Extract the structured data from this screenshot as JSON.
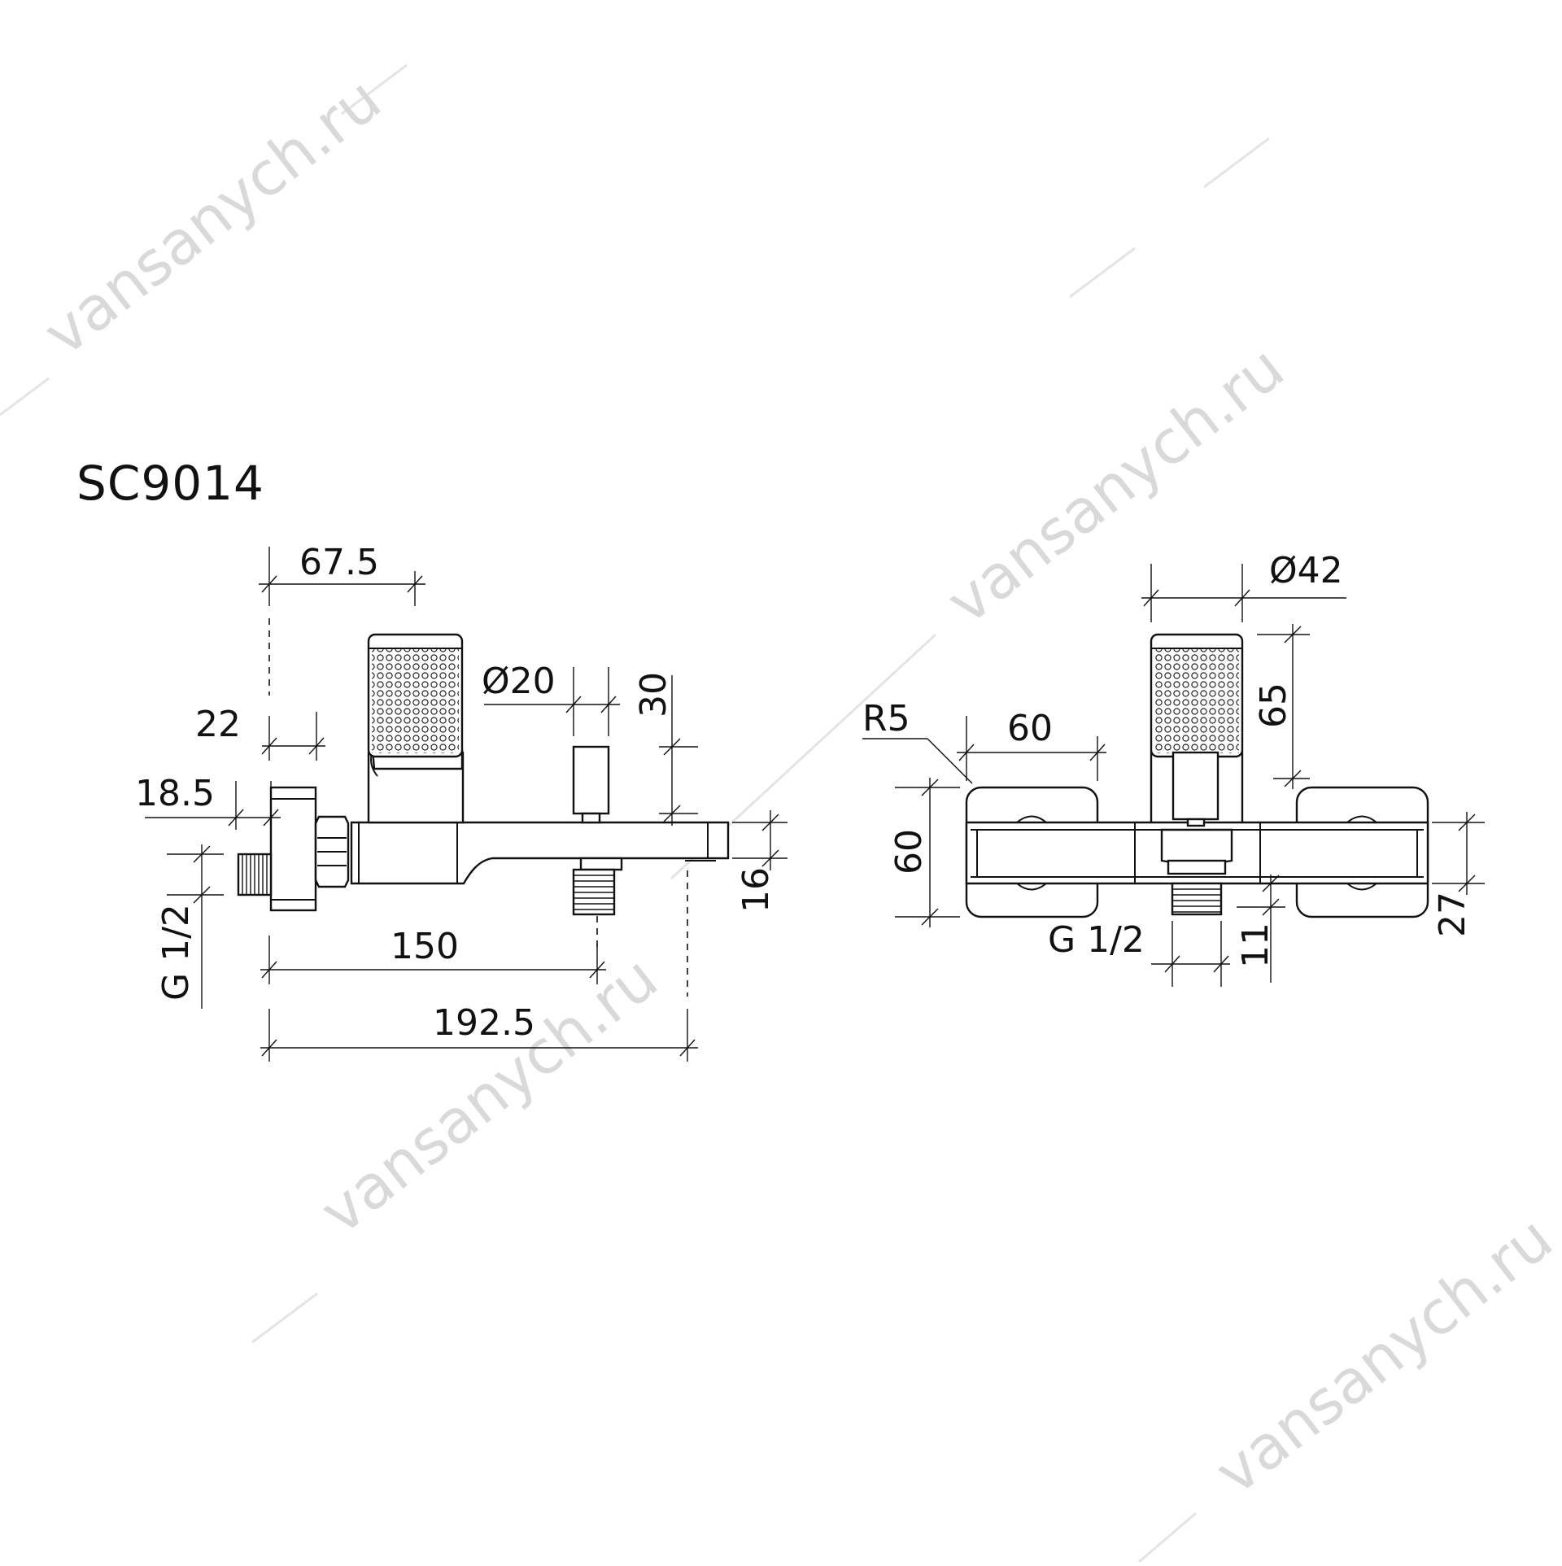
{
  "model": "SC9014",
  "watermark": "vansanych.ru",
  "side_view": {
    "dims": {
      "d675": "67.5",
      "d22": "22",
      "d185": "18.5",
      "g12": "G 1/2",
      "dia20": "Ø20",
      "d30": "30",
      "d16": "16",
      "d150": "150",
      "d1925": "192.5"
    }
  },
  "front_view": {
    "dims": {
      "dia42": "Ø42",
      "r5": "R5",
      "d60w": "60",
      "d60h": "60",
      "d65": "65",
      "g12": "G 1/2",
      "d11": "11",
      "d27": "27"
    }
  }
}
